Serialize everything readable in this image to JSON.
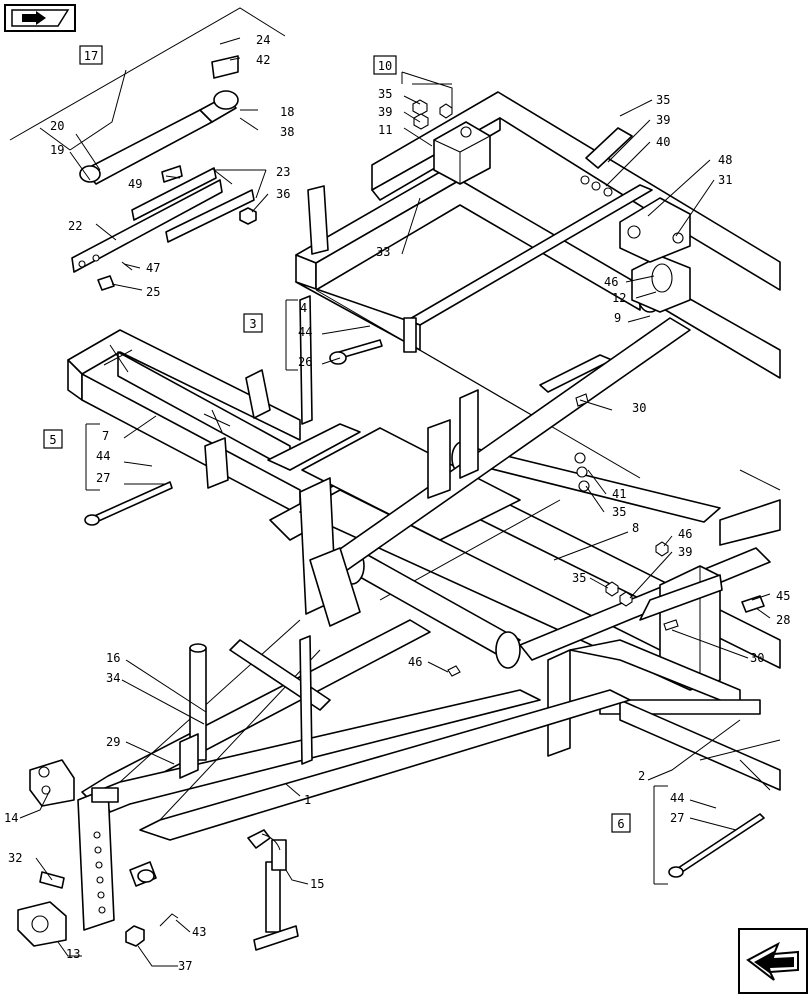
{
  "nav": {
    "back_icon": "back-arrow-icon",
    "next_icon": "next-arrow-icon"
  },
  "groups": [
    {
      "key": "g17",
      "text": "17"
    },
    {
      "key": "g10",
      "text": "10"
    },
    {
      "key": "g3",
      "text": "3"
    },
    {
      "key": "g5",
      "text": "5"
    },
    {
      "key": "g6",
      "text": "6"
    }
  ],
  "callouts": [
    {
      "key": "c24",
      "text": "24"
    },
    {
      "key": "c42",
      "text": "42"
    },
    {
      "key": "c18",
      "text": "18"
    },
    {
      "key": "c38",
      "text": "38"
    },
    {
      "key": "c20",
      "text": "20"
    },
    {
      "key": "c19",
      "text": "19"
    },
    {
      "key": "c49",
      "text": "49"
    },
    {
      "key": "c23",
      "text": "23"
    },
    {
      "key": "c36",
      "text": "36"
    },
    {
      "key": "c22",
      "text": "22"
    },
    {
      "key": "c47",
      "text": "47"
    },
    {
      "key": "c25",
      "text": "25"
    },
    {
      "key": "c35a",
      "text": "35"
    },
    {
      "key": "c39a",
      "text": "39"
    },
    {
      "key": "c11",
      "text": "11"
    },
    {
      "key": "c35b",
      "text": "35"
    },
    {
      "key": "c39b",
      "text": "39"
    },
    {
      "key": "c40",
      "text": "40"
    },
    {
      "key": "c48",
      "text": "48"
    },
    {
      "key": "c31",
      "text": "31"
    },
    {
      "key": "c33",
      "text": "33"
    },
    {
      "key": "c46a",
      "text": "46"
    },
    {
      "key": "c12",
      "text": "12"
    },
    {
      "key": "c9",
      "text": "9"
    },
    {
      "key": "c4",
      "text": "4"
    },
    {
      "key": "c44a",
      "text": "44"
    },
    {
      "key": "c26",
      "text": "26"
    },
    {
      "key": "c30a",
      "text": "30"
    },
    {
      "key": "c7",
      "text": "7"
    },
    {
      "key": "c44b",
      "text": "44"
    },
    {
      "key": "c27a",
      "text": "27"
    },
    {
      "key": "c41",
      "text": "41"
    },
    {
      "key": "c35c",
      "text": "35"
    },
    {
      "key": "c8",
      "text": "8"
    },
    {
      "key": "c46b",
      "text": "46"
    },
    {
      "key": "c39c",
      "text": "39"
    },
    {
      "key": "c35d",
      "text": "35"
    },
    {
      "key": "c45",
      "text": "45"
    },
    {
      "key": "c28",
      "text": "28"
    },
    {
      "key": "c30b",
      "text": "30"
    },
    {
      "key": "c16",
      "text": "16"
    },
    {
      "key": "c34",
      "text": "34"
    },
    {
      "key": "c46c",
      "text": "46"
    },
    {
      "key": "c29",
      "text": "29"
    },
    {
      "key": "c2",
      "text": "2"
    },
    {
      "key": "c1",
      "text": "1"
    },
    {
      "key": "c44c",
      "text": "44"
    },
    {
      "key": "c27b",
      "text": "27"
    },
    {
      "key": "c14",
      "text": "14"
    },
    {
      "key": "c32",
      "text": "32"
    },
    {
      "key": "c15",
      "text": "15"
    },
    {
      "key": "c43",
      "text": "43"
    },
    {
      "key": "c13",
      "text": "13"
    },
    {
      "key": "c37",
      "text": "37"
    }
  ]
}
